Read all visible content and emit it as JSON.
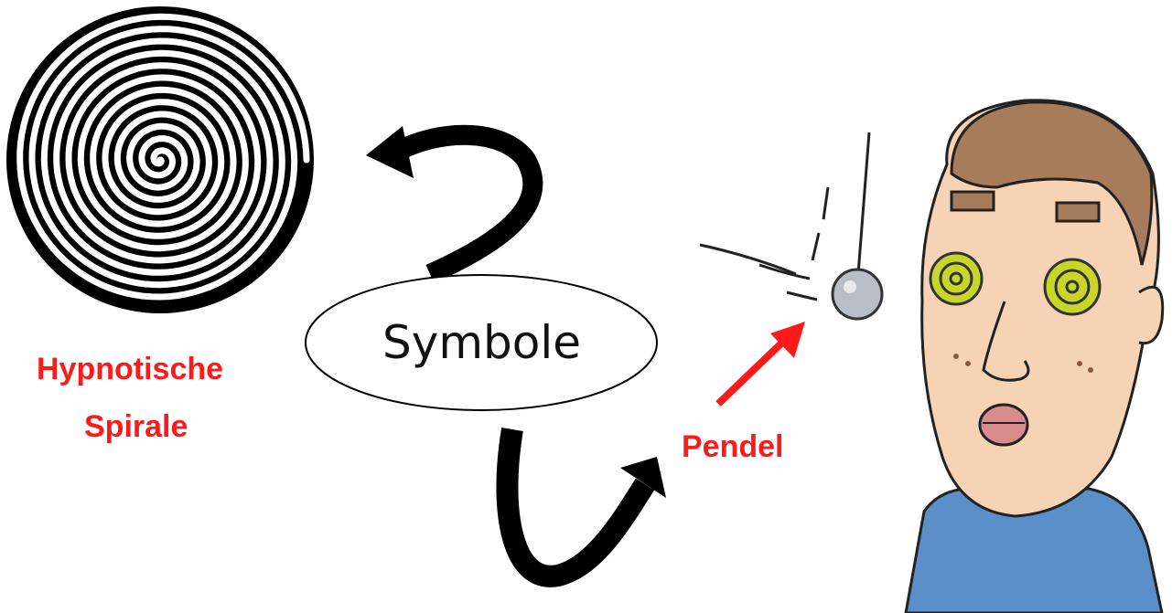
{
  "center": {
    "label": "Symbole"
  },
  "spiral": {
    "label_line1": "Hypnotische",
    "label_line2": "Spirale"
  },
  "pendulum": {
    "label": "Pendel"
  },
  "colors": {
    "label": "#ff1a1a",
    "arrow": "#000000",
    "pointer": "#ff1a1a",
    "eyes": "#c8d62a",
    "skin": "#f6d3b5",
    "hair": "#a67c5b",
    "shirt": "#5b8fc9"
  }
}
